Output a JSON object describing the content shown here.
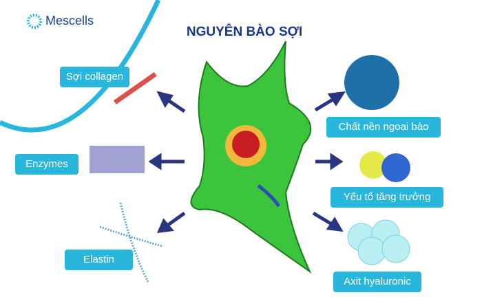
{
  "brand": {
    "name": "Mescells"
  },
  "title": "NGUYÊN BÀO SỢI",
  "left_labels": [
    "Sợi collagen",
    "Enzymes",
    "Elastin"
  ],
  "right_labels": [
    "Chất nền ngoại bào",
    "Yếu tố tăng trưởng",
    "Axit hyaluronic"
  ],
  "colors": {
    "label_bg": "#29b6dc",
    "title": "#17378c",
    "cell": "#3cc43c",
    "arrow": "#2a3580"
  }
}
